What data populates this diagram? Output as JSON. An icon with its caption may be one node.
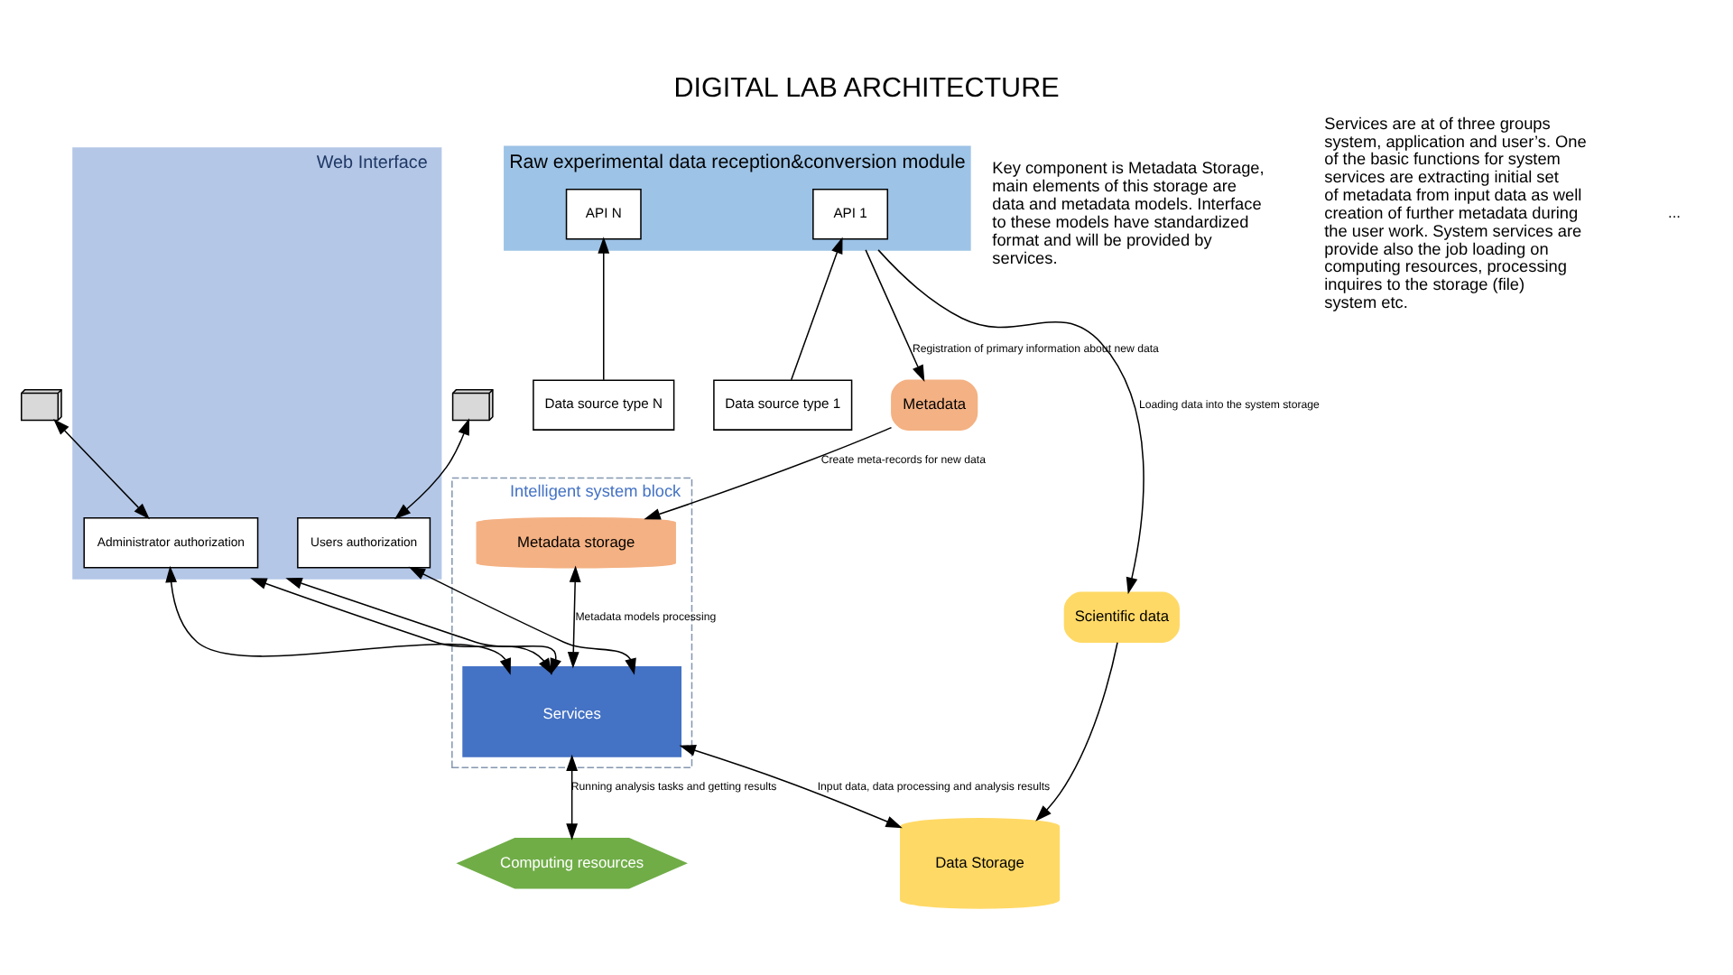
{
  "diagram": {
    "title": "DIGITAL LAB ARCHITECTURE",
    "nodes": [
      {
        "text": [],
        "shape": "computer"
      },
      {
        "text": [],
        "shape": "computer"
      },
      {
        "text": [
          "Web Interface"
        ]
      },
      {
        "text": [
          "Administrator authorization"
        ],
        "in": 2
      },
      {
        "text": [
          "Users authorization"
        ],
        "in": 2
      },
      {
        "text": [
          "Intelligent system block"
        ]
      },
      {
        "text": [
          "Metadata storage"
        ],
        "in": 5
      },
      {
        "text": [
          "Services"
        ],
        "in": 5
      },
      {
        "text": [
          "Computing resources"
        ]
      },
      {
        "text": [
          "Data Storage"
        ]
      },
      {
        "text": [
          "Metadata"
        ]
      },
      {
        "text": [
          "Scientific data"
        ]
      },
      {
        "text": [
          "Raw experimental data reception&conversion module"
        ]
      },
      {
        "text": [
          "API 1"
        ],
        "in": 12
      },
      {
        "text": [
          "API N"
        ],
        "in": 12
      },
      {
        "text": [
          "Data source type 1"
        ]
      },
      {
        "text": [
          "Data source type N"
        ]
      }
    ],
    "edges": [
      {
        "from": 0,
        "to": 3,
        "arrow": "both"
      },
      {
        "from": 1,
        "to": 4,
        "arrow": "both"
      },
      {
        "from": 3,
        "to": 7,
        "arrow": "both"
      },
      {
        "from": 2,
        "to": 7,
        "arrow": "both"
      },
      {
        "from": 2,
        "to": 7,
        "arrow": "both"
      },
      {
        "from": 4,
        "to": 7,
        "arrow": "both"
      },
      {
        "from": 6,
        "to": 7,
        "arrow": "both",
        "label": "Metadata models processing"
      },
      {
        "from": 7,
        "to": 8,
        "arrow": "both",
        "label": "Running analysis tasks and getting results"
      },
      {
        "from": 7,
        "to": 9,
        "arrow": "both",
        "label": "Input data, data processing and analysis results"
      },
      {
        "from": 10,
        "to": 6,
        "arrow": "to",
        "label": "Create meta-records for new data"
      },
      {
        "from": 12,
        "to": 10,
        "arrow": "to",
        "label": "Registration of primary information about new data"
      },
      {
        "from": 12,
        "to": 11,
        "arrow": "to",
        "label": "Loading data into the system storage"
      },
      {
        "from": 11,
        "to": 9,
        "arrow": "to"
      },
      {
        "from": 15,
        "to": 13,
        "arrow": "to"
      },
      {
        "from": 16,
        "to": 14,
        "arrow": "to"
      }
    ],
    "labels": [
      "Key component is Metadata Storage, main elements of this storage are data and metadata models. Interface to these models have standardized format and will be provided by services.",
      "Services are at of three groups system, application and user’s. One of the basic functions for system services are extracting initial set of metadata from input data as well creation of further metadata during the user work. System services are provide also the job loading on computing resources, processing inquires to the storage (file) system etc.",
      "..."
    ]
  }
}
